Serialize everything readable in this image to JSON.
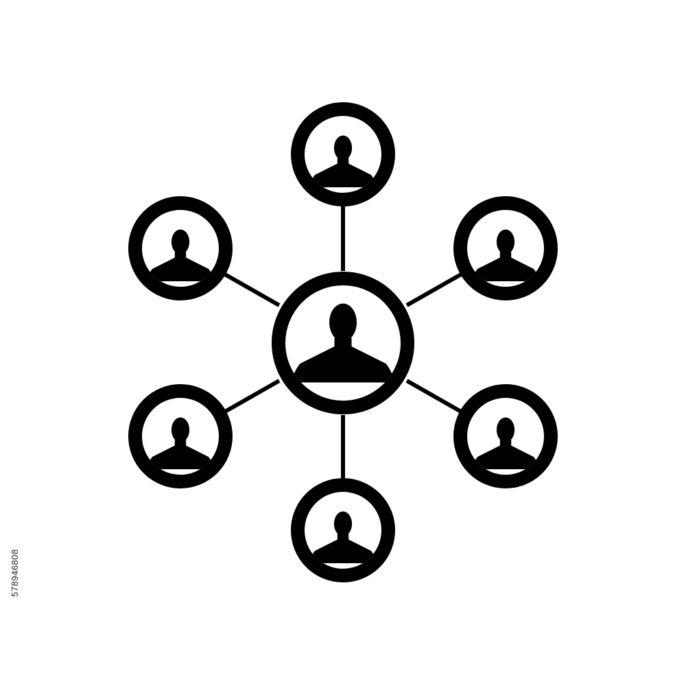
{
  "icon": {
    "name": "user-network-icon",
    "ink_color": "#000000",
    "background_color": "#ffffff",
    "center_node": "center-user-node",
    "satellite_nodes": [
      "top",
      "upper-right",
      "lower-right",
      "bottom",
      "lower-left",
      "upper-left"
    ]
  },
  "stock_id": "578946808"
}
